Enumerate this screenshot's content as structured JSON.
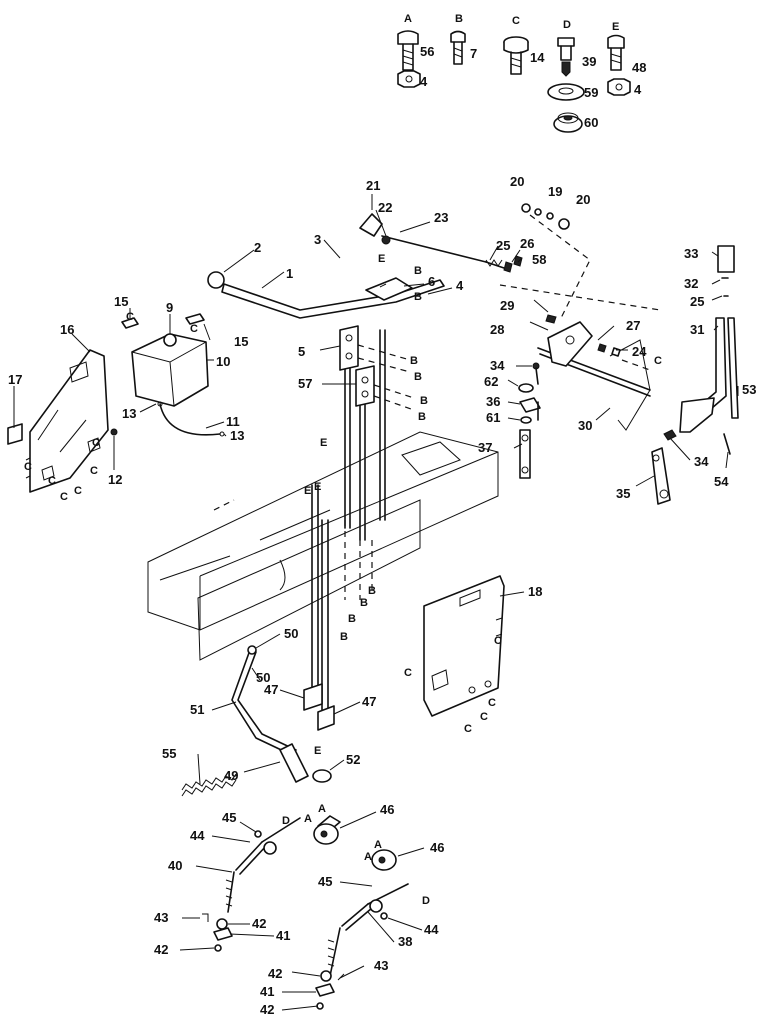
{
  "hardware_legend": [
    {
      "letter": "A",
      "parts": [
        "56",
        "4"
      ]
    },
    {
      "letter": "B",
      "parts": [
        "7"
      ]
    },
    {
      "letter": "C",
      "parts": [
        "14"
      ]
    },
    {
      "letter": "D",
      "parts": [
        "39",
        "59",
        "60"
      ]
    },
    {
      "letter": "E",
      "parts": [
        "48",
        "4"
      ]
    }
  ],
  "callouts": [
    "1",
    "2",
    "3",
    "4",
    "5",
    "6",
    "9",
    "10",
    "11",
    "12",
    "13",
    "15",
    "16",
    "17",
    "18",
    "19",
    "20",
    "21",
    "22",
    "23",
    "24",
    "25",
    "26",
    "27",
    "28",
    "29",
    "30",
    "31",
    "32",
    "33",
    "34",
    "35",
    "36",
    "37",
    "38",
    "40",
    "41",
    "42",
    "43",
    "44",
    "45",
    "46",
    "47",
    "49",
    "50",
    "51",
    "52",
    "53",
    "54",
    "55",
    "57",
    "58",
    "61",
    "62"
  ],
  "letter_marks": [
    "A",
    "B",
    "C",
    "D",
    "E"
  ]
}
